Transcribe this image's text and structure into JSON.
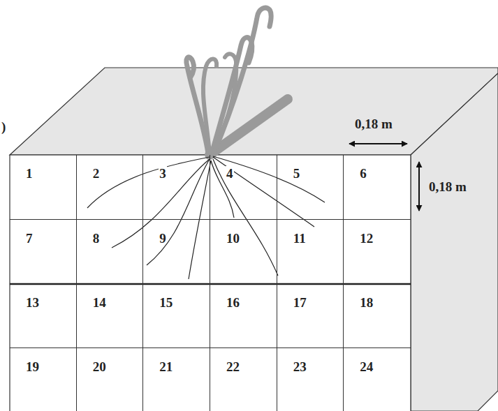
{
  "diagram": {
    "nodes": [
      {
        "text": [
          "1"
        ]
      },
      {
        "text": [
          "2"
        ]
      },
      {
        "text": [
          "3"
        ]
      },
      {
        "text": [
          "4"
        ]
      },
      {
        "text": [
          "5"
        ]
      },
      {
        "text": [
          "6"
        ]
      },
      {
        "text": [
          "7"
        ]
      },
      {
        "text": [
          "8"
        ]
      },
      {
        "text": [
          "9"
        ]
      },
      {
        "text": [
          "10"
        ]
      },
      {
        "text": [
          "11"
        ]
      },
      {
        "text": [
          "12"
        ]
      },
      {
        "text": [
          "13"
        ]
      },
      {
        "text": [
          "14"
        ]
      },
      {
        "text": [
          "15"
        ]
      },
      {
        "text": [
          "16"
        ]
      },
      {
        "text": [
          "17"
        ]
      },
      {
        "text": [
          "18"
        ]
      },
      {
        "text": [
          "19"
        ]
      },
      {
        "text": [
          "20"
        ]
      },
      {
        "text": [
          "21"
        ]
      },
      {
        "text": [
          "22"
        ]
      },
      {
        "text": [
          "23"
        ]
      },
      {
        "text": [
          "24"
        ]
      }
    ],
    "labels": [
      ")",
      "0,18 m",
      "0,18 m"
    ]
  }
}
